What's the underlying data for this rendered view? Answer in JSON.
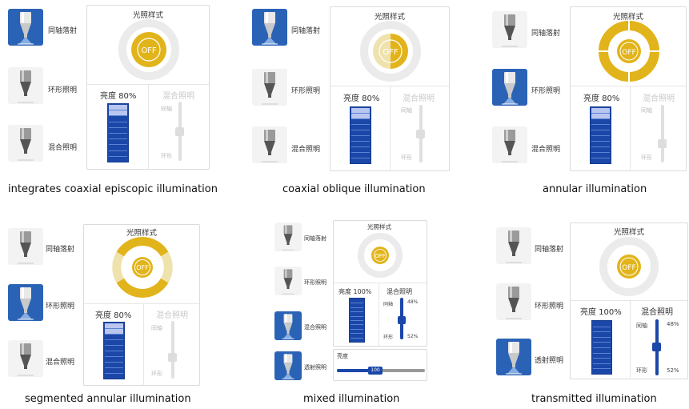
{
  "labels": {
    "coaxial": "同轴落射",
    "ring": "环形照明",
    "mixed": "混合照明",
    "transmit": "透射照明",
    "style_title": "光照样式",
    "off": "OFF",
    "brightness_80": "亮度 80%",
    "brightness_100": "亮度 100%",
    "brightness": "亮度",
    "mix_title": "混合照明",
    "tick_top": "同轴",
    "tick_bottom": "环形",
    "pct_48": "48%",
    "pct_52": "52%",
    "slider_value": "100"
  },
  "captions": {
    "p1": "integrates coaxial episcopic illumination",
    "p2": "coaxial oblique illumination",
    "p3": "annular illumination",
    "p4": "segmented annular illumination",
    "p5": "mixed illumination",
    "p6": "transmitted illumination"
  },
  "colors": {
    "active_blue": "#2a63b6",
    "meter_blue": "#1a47a8",
    "ring_gold": "#e2b41b",
    "ring_pale": "#efe2ac",
    "ring_gray": "#ebebeb"
  },
  "panels": [
    {
      "id": "p1",
      "active_lamp": "coaxial",
      "brightness_percent": 80,
      "mix_enabled": false
    },
    {
      "id": "p2",
      "active_lamp": "coaxial",
      "brightness_percent": 80,
      "mix_enabled": false
    },
    {
      "id": "p3",
      "active_lamp": "ring",
      "brightness_percent": 80,
      "mix_enabled": false
    },
    {
      "id": "p4",
      "active_lamp": "ring",
      "brightness_percent": 80,
      "mix_enabled": false
    },
    {
      "id": "p5",
      "active_lamp": "mixed",
      "brightness_percent": 100,
      "mix_enabled": true,
      "transmit_brightness_percent": 100
    },
    {
      "id": "p6",
      "active_lamp": "transmit",
      "brightness_percent": 100,
      "mix_enabled": true
    }
  ]
}
